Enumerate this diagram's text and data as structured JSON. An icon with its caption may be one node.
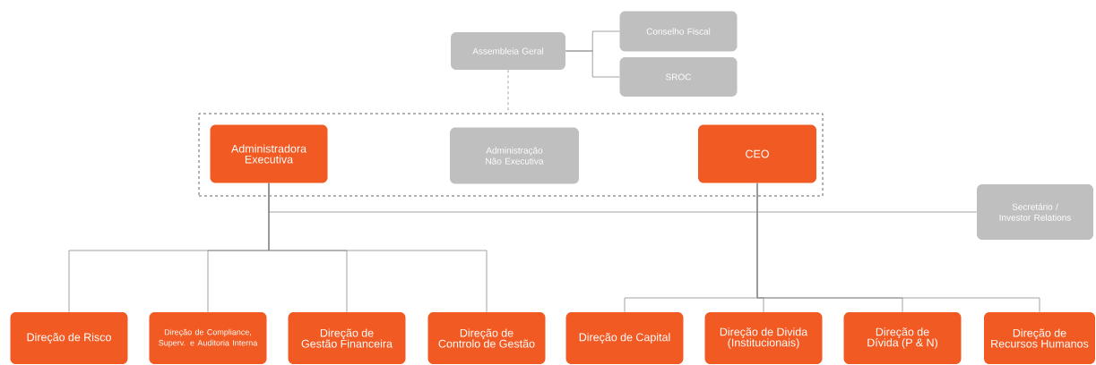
{
  "diagram": {
    "nodes": [
      {
        "text": [
          "Assembleia Geral"
        ]
      },
      {
        "text": [
          "Conselho Fiscal"
        ]
      },
      {
        "text": [
          "SROC"
        ]
      },
      {
        "text": [],
        "shape": "box"
      },
      {
        "text": [
          "Administradora Executiva"
        ],
        "in": 3
      },
      {
        "text": [
          "Administração Não Executiva"
        ],
        "in": 3
      },
      {
        "text": [
          "CEO"
        ],
        "in": 3
      },
      {
        "text": [
          "Secretário / Investor Relations"
        ]
      },
      {
        "text": [
          "Direção de Risco"
        ]
      },
      {
        "text": [
          "Direção de Compliance, Superv. e Auditoria Interna"
        ]
      },
      {
        "text": [
          "Direção de Gestão Financeira"
        ]
      },
      {
        "text": [
          "Direção de Controlo de Gestão"
        ]
      },
      {
        "text": [
          "Direção de Capital"
        ]
      },
      {
        "text": [
          "Direção de Divida (Institucionais)"
        ]
      },
      {
        "text": [
          "Direção de Dívida (P & N)"
        ]
      },
      {
        "text": [
          "Direção de Recursos Humanos"
        ]
      }
    ],
    "edges": [
      {
        "from": 0,
        "to": 1,
        "arrow": "none"
      },
      {
        "from": 0,
        "to": 2,
        "arrow": "none"
      },
      {
        "from": 0,
        "to": 3,
        "arrow": "none",
        "style": "dashed"
      },
      {
        "from": 4,
        "to": 7,
        "arrow": "none"
      },
      {
        "from": 4,
        "to": 8,
        "arrow": "none"
      },
      {
        "from": 4,
        "to": 9,
        "arrow": "none"
      },
      {
        "from": 4,
        "to": 10,
        "arrow": "none"
      },
      {
        "from": 4,
        "to": 11,
        "arrow": "none"
      },
      {
        "from": 6,
        "to": 12,
        "arrow": "none"
      },
      {
        "from": 6,
        "to": 13,
        "arrow": "none"
      },
      {
        "from": 6,
        "to": 14,
        "arrow": "none"
      },
      {
        "from": 6,
        "to": 15,
        "arrow": "none"
      }
    ]
  }
}
